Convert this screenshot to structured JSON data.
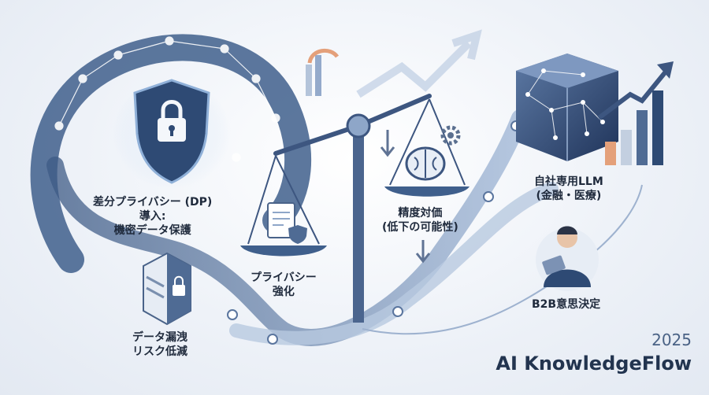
{
  "labels": {
    "dp": [
      "差分プライバシー (DP)",
      "導入:",
      "機密データ保護"
    ],
    "privacy": [
      "プライバシー",
      "強化"
    ],
    "accuracy": [
      "精度対価",
      "(低下の可能性)"
    ],
    "llm": [
      "自社専用LLM",
      "(金融・医療)"
    ],
    "b2b": [
      "B2B意思決定"
    ],
    "leak": [
      "データ漏洩",
      "リスク低減"
    ]
  },
  "footer": {
    "year": "2025",
    "brand": "AI KnowledgeFlow"
  },
  "icons": [
    "shield-lock-icon",
    "server-lock-icon",
    "scale-icon",
    "document-shield-icon",
    "brain-gear-icon",
    "network-cube-icon",
    "bar-chart-icon",
    "business-person-icon",
    "trend-arrow-icon"
  ],
  "colors": {
    "accent_blue": "#3f5f8c",
    "light_blue": "#a9bfdc",
    "orange": "#e4a07a",
    "text": "#1f2a3c"
  }
}
